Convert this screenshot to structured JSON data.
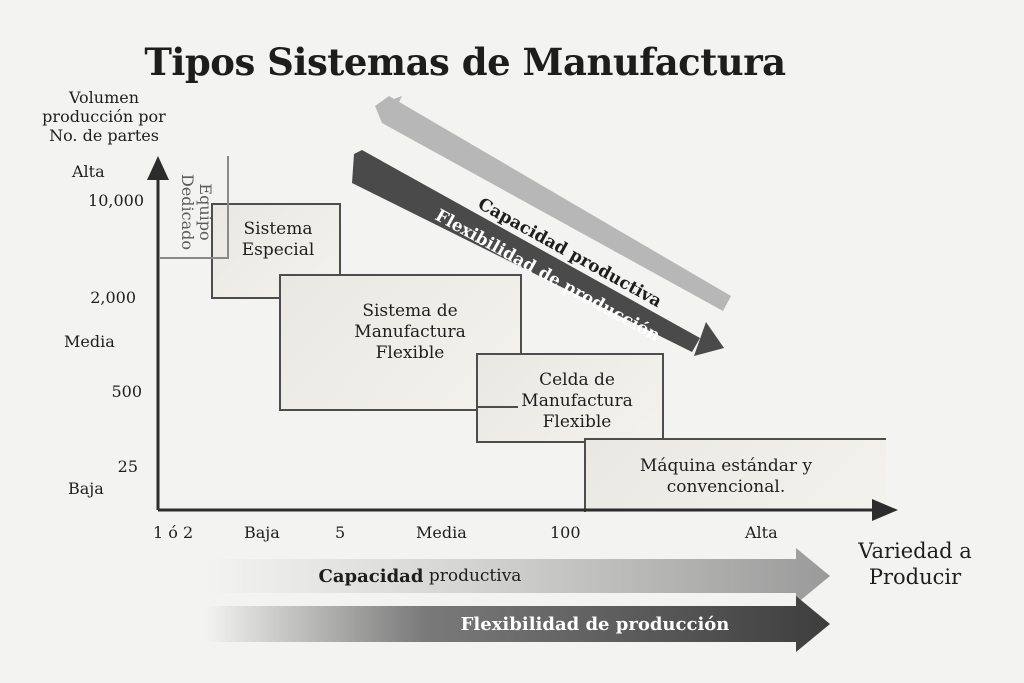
{
  "title": "Tipos Sistemas de Manufactura",
  "y_axis": {
    "label_lines": [
      "Volumen",
      "producción por",
      "No. de partes"
    ],
    "levels": {
      "alta": "Alta",
      "media": "Media",
      "baja": "Baja"
    },
    "ticks": {
      "t10000": "10,000",
      "t2000": "2,000",
      "t500": "500",
      "t25": "25"
    }
  },
  "x_axis": {
    "label_lines": [
      "Variedad a",
      "Producir"
    ],
    "ticks": {
      "t1o2": "1 ó 2",
      "baja": "Baja",
      "t5": "5",
      "media": "Media",
      "t100": "100",
      "alta": "Alta"
    }
  },
  "regions": {
    "equipo_dedicado": [
      "Equipo",
      "Dedicado"
    ],
    "sistema_especial": [
      "Sistema",
      "Especial"
    ],
    "smf": [
      "Sistema de",
      "Manufactura",
      "Flexible"
    ],
    "celda": [
      "Celda de",
      "Manufactura",
      "Flexible"
    ],
    "maquina": [
      "Máquina estándar y",
      "convencional."
    ]
  },
  "diagonal_arrows": {
    "capacidad": "Capacidad productiva",
    "flexibilidad": "Flexibilidad de producción"
  },
  "bottom_arrows": {
    "capacidad_bold": "Capacidad",
    "capacidad_rest": "productiva",
    "flexibilidad": "Flexibilidad de producción"
  },
  "colors": {
    "axis": "#2c2c2c",
    "box_border": "#4d4d4d",
    "light_arrow": "#a9a9a9",
    "dark_arrow": "#4a4a4a"
  }
}
